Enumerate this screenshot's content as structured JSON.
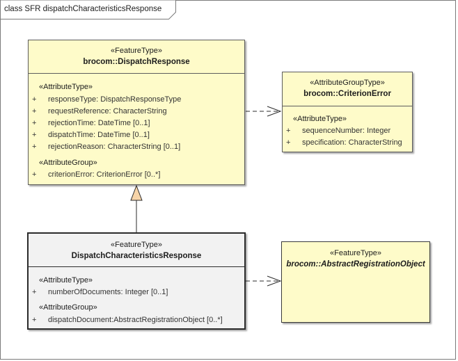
{
  "diagram": {
    "title": "class SFR dispatchCharacteristicsResponse"
  },
  "classes": {
    "dispatch_response": {
      "stereotype": "«FeatureType»",
      "name": "brocom::DispatchResponse",
      "section1_title": "«AttributeType»",
      "attributes1": [
        {
          "vis": "+",
          "text": "responseType: DispatchResponseType"
        },
        {
          "vis": "+",
          "text": "requestReference: CharacterString"
        },
        {
          "vis": "+",
          "text": "rejectionTime: DateTime [0..1]"
        },
        {
          "vis": "+",
          "text": "dispatchTime: DateTime [0..1]"
        },
        {
          "vis": "+",
          "text": "rejectionReason: CharacterString [0..1]"
        }
      ],
      "section2_title": "«AttributeGroup»",
      "attributes2": [
        {
          "vis": "+",
          "text": "criterionError: CriterionError [0..*]"
        }
      ]
    },
    "criterion_error": {
      "stereotype": "«AttributeGroupType»",
      "name": "brocom::CriterionError",
      "section1_title": "«AttributeType»",
      "attributes1": [
        {
          "vis": "+",
          "text": "sequenceNumber: Integer"
        },
        {
          "vis": "+",
          "text": "specification: CharacterString"
        }
      ]
    },
    "dispatch_characteristics_response": {
      "stereotype": "«FeatureType»",
      "name": "DispatchCharacteristicsResponse",
      "section1_title": "«AttributeType»",
      "attributes1": [
        {
          "vis": "+",
          "text": "numberOfDocuments: Integer [0..1]"
        }
      ],
      "section2_title": "«AttributeGroup»",
      "attributes2": [
        {
          "vis": "+",
          "text": "dispatchDocument:AbstractRegistrationObject [0..*]"
        }
      ]
    },
    "abstract_registration_object": {
      "stereotype": "«FeatureType»",
      "name": "brocom::AbstractRegistrationObject"
    }
  },
  "colors": {
    "class_fill": "#fefbc9",
    "selected_class_fill": "#f2f2f2",
    "generalization_arrow_fill": "#f7d4a8"
  }
}
